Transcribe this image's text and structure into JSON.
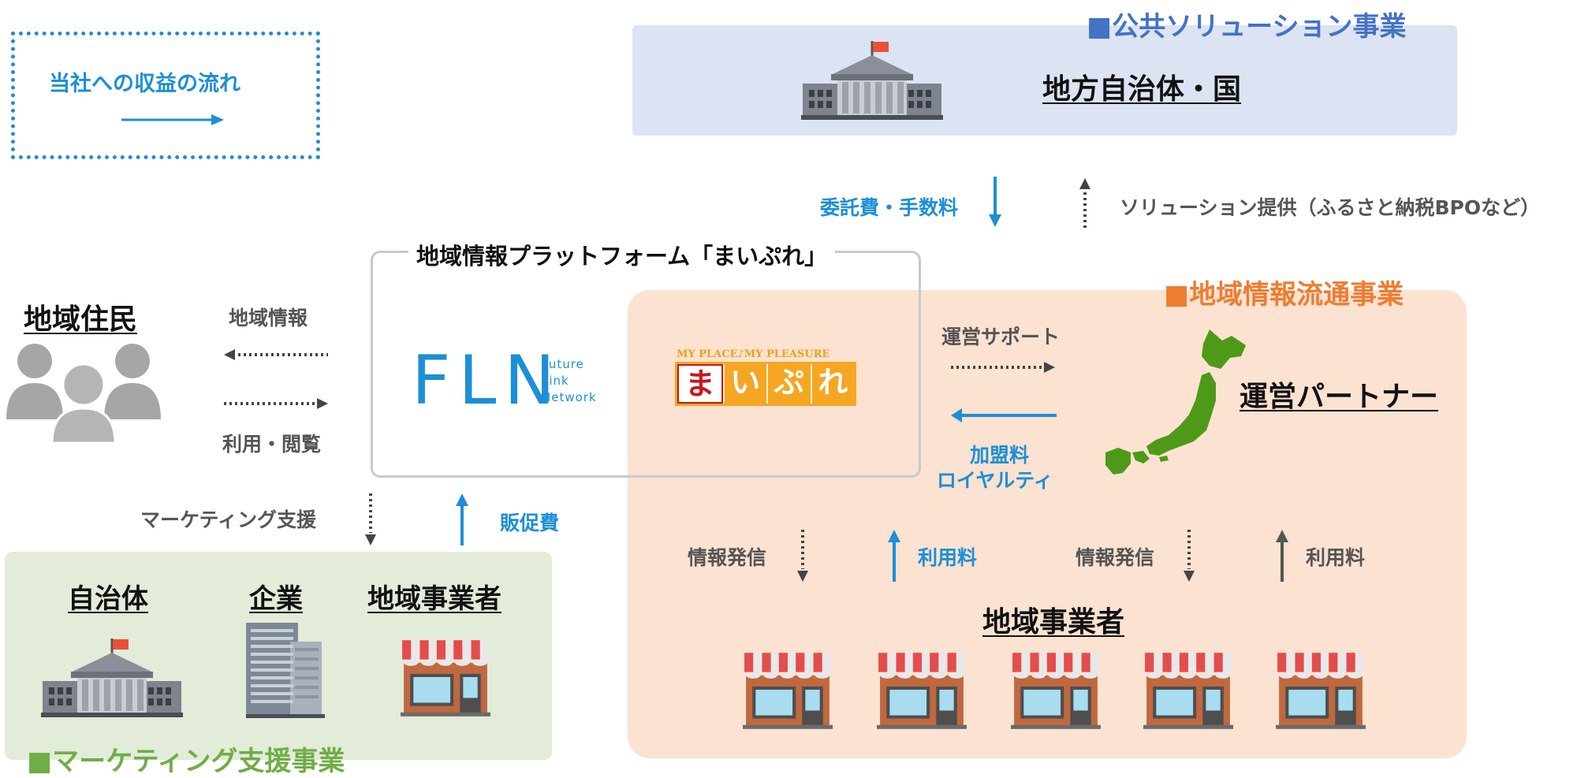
{
  "legend": {
    "text": "当社への収益の流れ"
  },
  "public": {
    "section_title": "■公共ソリューション事業",
    "entity": "地方自治体・国",
    "fee_label": "委託費・手数料",
    "solution_label": "ソリューション提供（ふるさと納税BPOなど）"
  },
  "platform": {
    "title": "地域情報プラットフォーム「まいぷれ」",
    "fln_logo": "FLN",
    "fln_sub": [
      "Future",
      "Link",
      "Network"
    ]
  },
  "residents": {
    "title": "地域住民",
    "info_label": "地域情報",
    "use_label": "利用・閲覧"
  },
  "marketing": {
    "section_title": "■マーケティング支援事業",
    "support_label": "マーケティング支援",
    "promo_label": "販促費",
    "entities": [
      "自治体",
      "企業",
      "地域事業者"
    ]
  },
  "distribution": {
    "section_title": "■地域情報流通事業",
    "maipure_tagline": "MY PLACE♪MY PLEASURE",
    "maipure_chars": [
      "ま",
      "い",
      "ぷ",
      "れ"
    ],
    "support_label": "運営サポート",
    "fee_label_1": "加盟料",
    "fee_label_2": "ロイヤルティ",
    "partner": "運営パートナー",
    "send_label_1": "情報発信",
    "use_fee_1": "利用料",
    "send_label_2": "情報発信",
    "use_fee_2": "利用料",
    "merchants": "地域事業者"
  },
  "colors": {
    "revenue_arrow": "#1d8fd6",
    "public_bg": "#dce3f3",
    "public_title": "#4472c4",
    "marketing_bg": "#e2ecd9",
    "marketing_title": "#70ad47",
    "distribution_bg": "#fbe2d1",
    "distribution_title": "#ed7d31",
    "japan_map": "#4e9a18"
  }
}
